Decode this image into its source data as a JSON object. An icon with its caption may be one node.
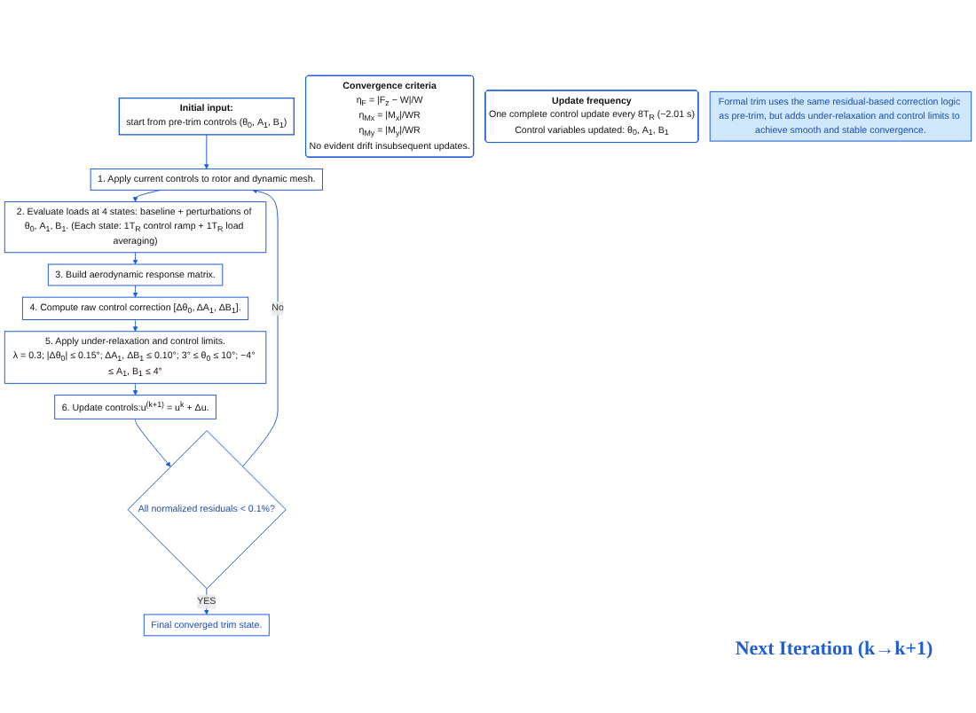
{
  "diagram": {
    "nodes": [
      {
        "text": [
          "Initial input:",
          "start from pre-trim controls (θ$_{0}$, A$_{1}$, B$_{1}$)"
        ]
      },
      {
        "text": [
          "1. Apply current controls to rotor and dynamic mesh."
        ]
      },
      {
        "text": [
          "2. Evaluate loads at 4 states: baseline + perturbations of θ$_{0}$, A$_{1}$, B$_{1}$. (Each state: 1T$_{R}$ control ramp + 1T$_{R}$ load averaging)"
        ]
      },
      {
        "text": [
          "3. Build aerodynamic response matrix."
        ]
      },
      {
        "text": [
          "4. Compute raw control correction [Δθ$_{0}$, ΔA$_{1}$, ΔB$_{1}$]."
        ]
      },
      {
        "text": [
          "5. Apply under-relaxation and control limits.",
          "λ = 0.3; |Δθ$_{0}$| ≤ 0.15°; ΔA$_{1}$, ΔB$_{1}$ ≤ 0.10°; 3° ≤ θ$_{0}$ ≤ 10°; −4° ≤ A$_{1}$, B$_{1}$ ≤ 4°"
        ]
      },
      {
        "text": [
          "6. Update controls:u$^{(k+1)}$ = u$^{k}$ + Δu."
        ]
      },
      {
        "text": [
          "All normalized residuals < 0.1%?"
        ]
      },
      {
        "text": [
          "Final converged trim state."
        ]
      },
      {
        "text": [
          "Convergence criteria",
          "η$_{F}$ = |F$_{z}$ − W|/W",
          "η$_{Mx}$ = |M$_{x}$|/WR",
          "η$_{My}$ = |M$_{y}$|/WR",
          "No evident drift insubsequent updates."
        ]
      },
      {
        "text": [
          "Update frequency",
          "One complete control update every 8T$_{R}$ (~2.01 s)",
          "Control variables updated: θ$_{0}$, A$_{1}$, B$_{1}$"
        ]
      },
      {
        "text": [
          "Formal trim uses the same residual-based correction logic as pre-trim, but adds under-relaxation and control limits to achieve smooth and stable convergence."
        ]
      }
    ],
    "edges": [
      {
        "from": 0,
        "to": 1,
        "arrow": "to"
      },
      {
        "from": 1,
        "to": 2,
        "arrow": "to"
      },
      {
        "from": 2,
        "to": 3,
        "arrow": "to"
      },
      {
        "from": 3,
        "to": 4,
        "arrow": "to"
      },
      {
        "from": 4,
        "to": 5,
        "arrow": "to"
      },
      {
        "from": 5,
        "to": 6,
        "arrow": "to"
      },
      {
        "from": 6,
        "to": 7,
        "arrow": "to"
      },
      {
        "from": 7,
        "to": 8,
        "arrow": "to",
        "label": "YES"
      },
      {
        "from": 7,
        "to": 1,
        "arrow": "to",
        "label": "No"
      }
    ],
    "labels": [
      "Next Iteration (k→k+1)"
    ]
  }
}
